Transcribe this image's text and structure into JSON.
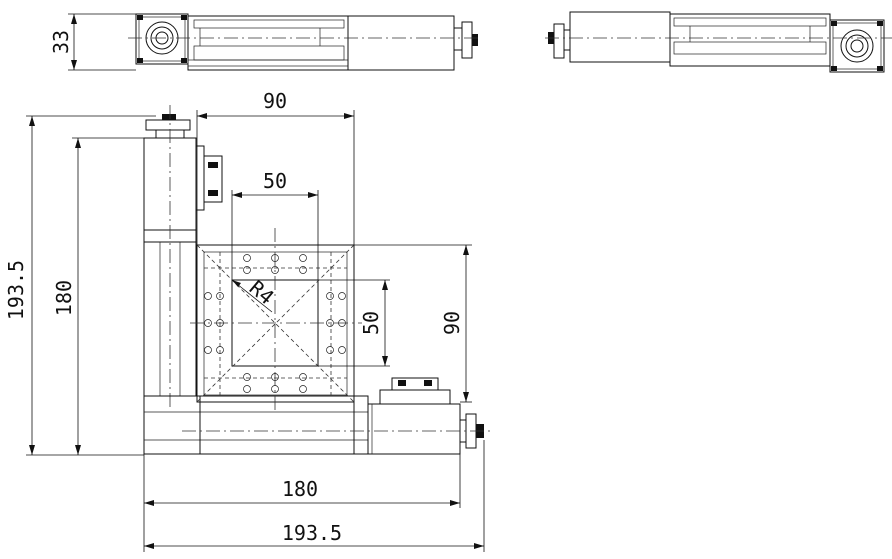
{
  "dimensions": {
    "top_height": "33",
    "slider_width": "90",
    "table_inner_width": "50",
    "table_inner_height": "50",
    "table_height": "90",
    "base_width": "180",
    "overall_width": "193.5",
    "overall_height": "193.5",
    "column_height": "180",
    "corner_radius": "R4"
  },
  "colors": {
    "line": "#111111",
    "background": "#ffffff"
  }
}
